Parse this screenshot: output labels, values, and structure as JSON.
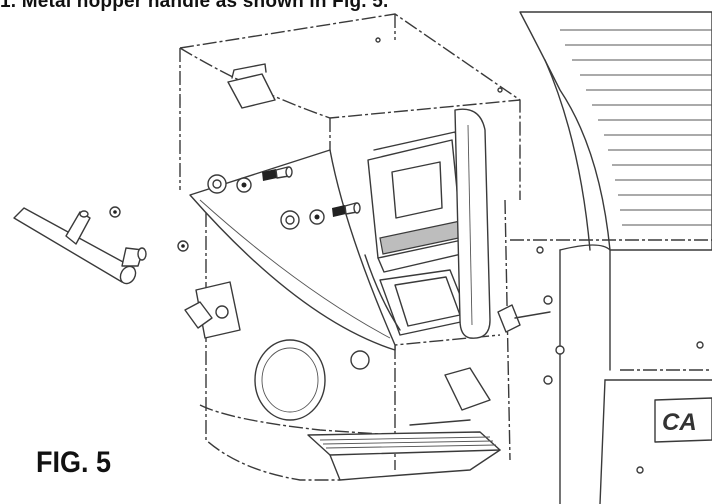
{
  "caption_fragment": "1. Metal hopper handle as shown in Fig. 5.",
  "figure_label": "FIG. 5",
  "brand_fragment": "CA",
  "icons": [
    "hopper-handle-icon",
    "washer-icon",
    "screw-icon"
  ]
}
